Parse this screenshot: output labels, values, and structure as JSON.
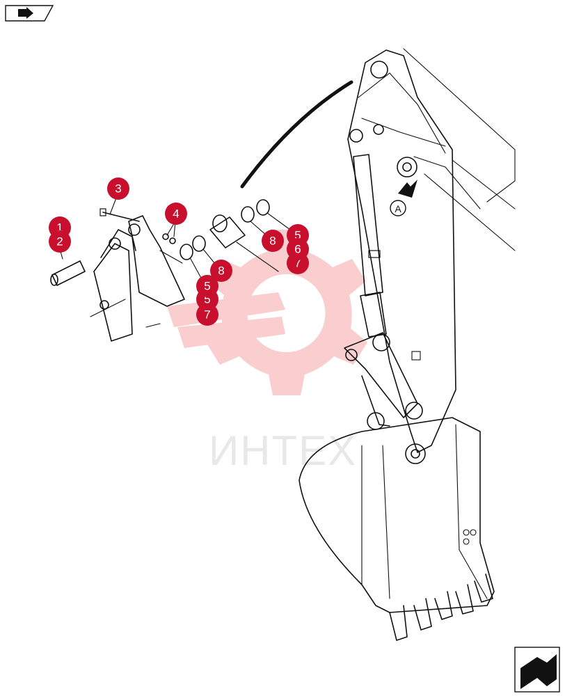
{
  "callouts": [
    {
      "label": "1"
    },
    {
      "label": "2"
    },
    {
      "label": "3"
    },
    {
      "label": "4"
    },
    {
      "label": "5"
    },
    {
      "label": "5"
    },
    {
      "label": "6"
    },
    {
      "label": "7"
    },
    {
      "label": "8"
    },
    {
      "label": "5"
    },
    {
      "label": "6"
    },
    {
      "label": "7"
    },
    {
      "label": "8"
    }
  ],
  "view_marker": {
    "label": "A"
  },
  "watermark": {
    "text": "ИНТЕХ",
    "color": "#e8383d"
  },
  "accent_color": "#c8102e",
  "icons": {
    "top_left": "book-arrow-icon",
    "bottom_right": "next-page-arrow-icon"
  }
}
